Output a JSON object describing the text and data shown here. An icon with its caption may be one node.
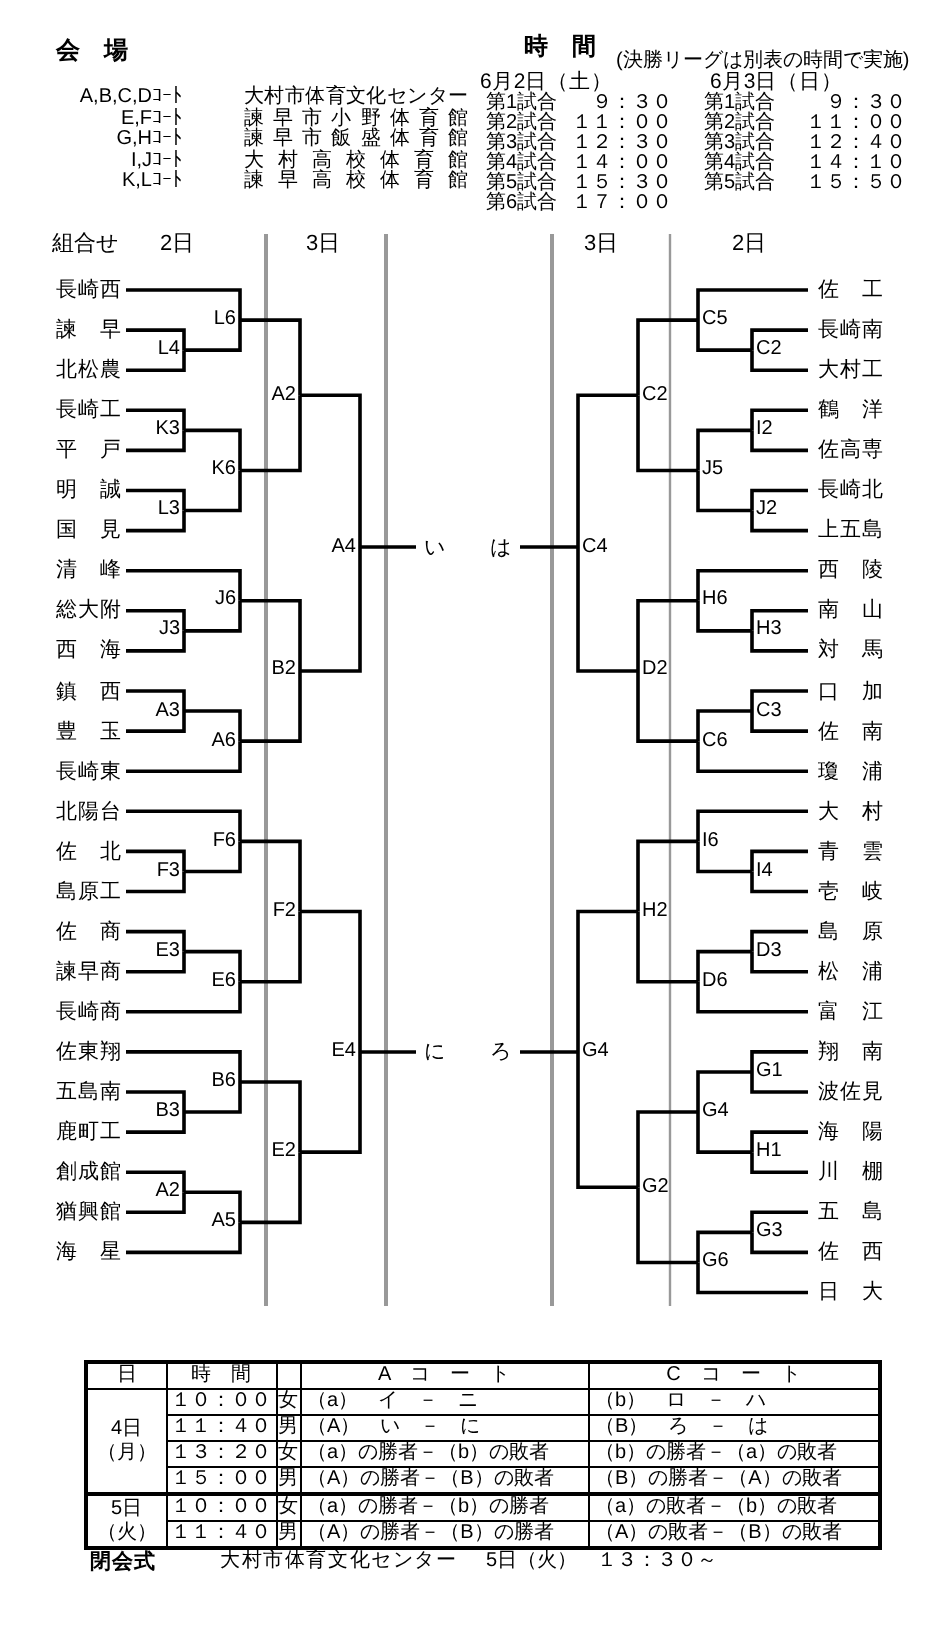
{
  "diagram": {
    "nodes": [
      {
        "text": [
          "長崎西"
        ]
      },
      {
        "text": [
          "諫　早"
        ]
      },
      {
        "text": [
          "北松農"
        ]
      },
      {
        "text": [
          "長崎工"
        ]
      },
      {
        "text": [
          "平　戸"
        ]
      },
      {
        "text": [
          "明　誠"
        ]
      },
      {
        "text": [
          "国　見"
        ]
      },
      {
        "text": [
          "清　峰"
        ]
      },
      {
        "text": [
          "総大附"
        ]
      },
      {
        "text": [
          "西　海"
        ]
      },
      {
        "text": [
          "鎮　西"
        ]
      },
      {
        "text": [
          "豊　玉"
        ]
      },
      {
        "text": [
          "長崎東"
        ]
      },
      {
        "text": [
          "北陽台"
        ]
      },
      {
        "text": [
          "佐　北"
        ]
      },
      {
        "text": [
          "島原工"
        ]
      },
      {
        "text": [
          "佐　商"
        ]
      },
      {
        "text": [
          "諫早商"
        ]
      },
      {
        "text": [
          "長崎商"
        ]
      },
      {
        "text": [
          "佐東翔"
        ]
      },
      {
        "text": [
          "五島南"
        ]
      },
      {
        "text": [
          "鹿町工"
        ]
      },
      {
        "text": [
          "創成館"
        ]
      },
      {
        "text": [
          "猶興館"
        ]
      },
      {
        "text": [
          "海　星"
        ]
      },
      {
        "text": [
          "L4"
        ]
      },
      {
        "text": [
          "K3"
        ]
      },
      {
        "text": [
          "L3"
        ]
      },
      {
        "text": [
          "J3"
        ]
      },
      {
        "text": [
          "A3"
        ]
      },
      {
        "text": [
          "F3"
        ]
      },
      {
        "text": [
          "E3"
        ]
      },
      {
        "text": [
          "B3"
        ]
      },
      {
        "text": [
          "A2"
        ]
      },
      {
        "text": [
          "L6"
        ]
      },
      {
        "text": [
          "K6"
        ]
      },
      {
        "text": [
          "J6"
        ]
      },
      {
        "text": [
          "A6"
        ]
      },
      {
        "text": [
          "F6"
        ]
      },
      {
        "text": [
          "E6"
        ]
      },
      {
        "text": [
          "B6"
        ]
      },
      {
        "text": [
          "A5"
        ]
      },
      {
        "text": [
          "A2"
        ]
      },
      {
        "text": [
          "B2"
        ]
      },
      {
        "text": [
          "F2"
        ]
      },
      {
        "text": [
          "E2"
        ]
      },
      {
        "text": [
          "A4"
        ]
      },
      {
        "text": [
          "E4"
        ]
      },
      {
        "text": [
          "い"
        ]
      },
      {
        "text": [
          "に"
        ]
      },
      {
        "text": [
          "は"
        ]
      },
      {
        "text": [
          "ろ"
        ]
      },
      {
        "text": [
          "C4"
        ]
      },
      {
        "text": [
          "G4"
        ]
      },
      {
        "text": [
          "C2"
        ]
      },
      {
        "text": [
          "D2"
        ]
      },
      {
        "text": [
          "H2"
        ]
      },
      {
        "text": [
          "G2"
        ]
      },
      {
        "text": [
          "C5"
        ]
      },
      {
        "text": [
          "J5"
        ]
      },
      {
        "text": [
          "H6"
        ]
      },
      {
        "text": [
          "C6"
        ]
      },
      {
        "text": [
          "I6"
        ]
      },
      {
        "text": [
          "D6"
        ]
      },
      {
        "text": [
          "G4"
        ]
      },
      {
        "text": [
          "G6"
        ]
      },
      {
        "text": [
          "C2"
        ]
      },
      {
        "text": [
          "I2"
        ]
      },
      {
        "text": [
          "J2"
        ]
      },
      {
        "text": [
          "H3"
        ]
      },
      {
        "text": [
          "C3"
        ]
      },
      {
        "text": [
          "I4"
        ]
      },
      {
        "text": [
          "D3"
        ]
      },
      {
        "text": [
          "G1"
        ]
      },
      {
        "text": [
          "H1"
        ]
      },
      {
        "text": [
          "G3"
        ]
      },
      {
        "text": [
          "佐　工"
        ]
      },
      {
        "text": [
          "長崎南"
        ]
      },
      {
        "text": [
          "大村工"
        ]
      },
      {
        "text": [
          "鶴　洋"
        ]
      },
      {
        "text": [
          "佐高専"
        ]
      },
      {
        "text": [
          "長崎北"
        ]
      },
      {
        "text": [
          "上五島"
        ]
      },
      {
        "text": [
          "西　陵"
        ]
      },
      {
        "text": [
          "南　山"
        ]
      },
      {
        "text": [
          "対　馬"
        ]
      },
      {
        "text": [
          "口　加"
        ]
      },
      {
        "text": [
          "佐　南"
        ]
      },
      {
        "text": [
          "瓊　浦"
        ]
      },
      {
        "text": [
          "大　村"
        ]
      },
      {
        "text": [
          "青　雲"
        ]
      },
      {
        "text": [
          "壱　岐"
        ]
      },
      {
        "text": [
          "島　原"
        ]
      },
      {
        "text": [
          "松　浦"
        ]
      },
      {
        "text": [
          "富　江"
        ]
      },
      {
        "text": [
          "翔　南"
        ]
      },
      {
        "text": [
          "波佐見"
        ]
      },
      {
        "text": [
          "海　陽"
        ]
      },
      {
        "text": [
          "川　棚"
        ]
      },
      {
        "text": [
          "五　島"
        ]
      },
      {
        "text": [
          "佐　西"
        ]
      },
      {
        "text": [
          "日　大"
        ]
      }
    ],
    "edges": [
      {
        "from": 0,
        "to": 34,
        "arrow": "none"
      },
      {
        "from": 1,
        "to": 25,
        "arrow": "none"
      },
      {
        "from": 2,
        "to": 25,
        "arrow": "none"
      },
      {
        "from": 25,
        "to": 34,
        "arrow": "none"
      },
      {
        "from": 3,
        "to": 26,
        "arrow": "none"
      },
      {
        "from": 4,
        "to": 26,
        "arrow": "none"
      },
      {
        "from": 5,
        "to": 27,
        "arrow": "none"
      },
      {
        "from": 6,
        "to": 27,
        "arrow": "none"
      },
      {
        "from": 26,
        "to": 35,
        "arrow": "none"
      },
      {
        "from": 27,
        "to": 35,
        "arrow": "none"
      },
      {
        "from": 34,
        "to": 42,
        "arrow": "none"
      },
      {
        "from": 35,
        "to": 42,
        "arrow": "none"
      },
      {
        "from": 7,
        "to": 36,
        "arrow": "none"
      },
      {
        "from": 8,
        "to": 28,
        "arrow": "none"
      },
      {
        "from": 9,
        "to": 28,
        "arrow": "none"
      },
      {
        "from": 28,
        "to": 36,
        "arrow": "none"
      },
      {
        "from": 10,
        "to": 29,
        "arrow": "none"
      },
      {
        "from": 11,
        "to": 29,
        "arrow": "none"
      },
      {
        "from": 29,
        "to": 37,
        "arrow": "none"
      },
      {
        "from": 12,
        "to": 37,
        "arrow": "none"
      },
      {
        "from": 36,
        "to": 43,
        "arrow": "none"
      },
      {
        "from": 37,
        "to": 43,
        "arrow": "none"
      },
      {
        "from": 42,
        "to": 46,
        "arrow": "none"
      },
      {
        "from": 43,
        "to": 46,
        "arrow": "none"
      },
      {
        "from": 46,
        "to": 48,
        "arrow": "none"
      },
      {
        "from": 13,
        "to": 38,
        "arrow": "none"
      },
      {
        "from": 14,
        "to": 30,
        "arrow": "none"
      },
      {
        "from": 15,
        "to": 30,
        "arrow": "none"
      },
      {
        "from": 30,
        "to": 38,
        "arrow": "none"
      },
      {
        "from": 16,
        "to": 31,
        "arrow": "none"
      },
      {
        "from": 17,
        "to": 31,
        "arrow": "none"
      },
      {
        "from": 31,
        "to": 39,
        "arrow": "none"
      },
      {
        "from": 18,
        "to": 39,
        "arrow": "none"
      },
      {
        "from": 38,
        "to": 44,
        "arrow": "none"
      },
      {
        "from": 39,
        "to": 44,
        "arrow": "none"
      },
      {
        "from": 19,
        "to": 40,
        "arrow": "none"
      },
      {
        "from": 20,
        "to": 32,
        "arrow": "none"
      },
      {
        "from": 21,
        "to": 32,
        "arrow": "none"
      },
      {
        "from": 32,
        "to": 40,
        "arrow": "none"
      },
      {
        "from": 22,
        "to": 33,
        "arrow": "none"
      },
      {
        "from": 23,
        "to": 33,
        "arrow": "none"
      },
      {
        "from": 33,
        "to": 41,
        "arrow": "none"
      },
      {
        "from": 24,
        "to": 41,
        "arrow": "none"
      },
      {
        "from": 40,
        "to": 45,
        "arrow": "none"
      },
      {
        "from": 41,
        "to": 45,
        "arrow": "none"
      },
      {
        "from": 44,
        "to": 47,
        "arrow": "none"
      },
      {
        "from": 45,
        "to": 47,
        "arrow": "none"
      },
      {
        "from": 47,
        "to": 49,
        "arrow": "none"
      },
      {
        "from": 76,
        "to": 58,
        "arrow": "none"
      },
      {
        "from": 77,
        "to": 66,
        "arrow": "none"
      },
      {
        "from": 78,
        "to": 66,
        "arrow": "none"
      },
      {
        "from": 66,
        "to": 58,
        "arrow": "none"
      },
      {
        "from": 79,
        "to": 67,
        "arrow": "none"
      },
      {
        "from": 80,
        "to": 67,
        "arrow": "none"
      },
      {
        "from": 81,
        "to": 68,
        "arrow": "none"
      },
      {
        "from": 82,
        "to": 68,
        "arrow": "none"
      },
      {
        "from": 67,
        "to": 59,
        "arrow": "none"
      },
      {
        "from": 68,
        "to": 59,
        "arrow": "none"
      },
      {
        "from": 58,
        "to": 54,
        "arrow": "none"
      },
      {
        "from": 59,
        "to": 54,
        "arrow": "none"
      },
      {
        "from": 83,
        "to": 60,
        "arrow": "none"
      },
      {
        "from": 84,
        "to": 69,
        "arrow": "none"
      },
      {
        "from": 85,
        "to": 69,
        "arrow": "none"
      },
      {
        "from": 69,
        "to": 60,
        "arrow": "none"
      },
      {
        "from": 86,
        "to": 70,
        "arrow": "none"
      },
      {
        "from": 87,
        "to": 70,
        "arrow": "none"
      },
      {
        "from": 70,
        "to": 61,
        "arrow": "none"
      },
      {
        "from": 88,
        "to": 61,
        "arrow": "none"
      },
      {
        "from": 60,
        "to": 55,
        "arrow": "none"
      },
      {
        "from": 61,
        "to": 55,
        "arrow": "none"
      },
      {
        "from": 54,
        "to": 52,
        "arrow": "none"
      },
      {
        "from": 55,
        "to": 52,
        "arrow": "none"
      },
      {
        "from": 52,
        "to": 50,
        "arrow": "none"
      },
      {
        "from": 89,
        "to": 62,
        "arrow": "none"
      },
      {
        "from": 90,
        "to": 71,
        "arrow": "none"
      },
      {
        "from": 91,
        "to": 71,
        "arrow": "none"
      },
      {
        "from": 71,
        "to": 62,
        "arrow": "none"
      },
      {
        "from": 92,
        "to": 72,
        "arrow": "none"
      },
      {
        "from": 93,
        "to": 72,
        "arrow": "none"
      },
      {
        "from": 72,
        "to": 63,
        "arrow": "none"
      },
      {
        "from": 94,
        "to": 63,
        "arrow": "none"
      },
      {
        "from": 62,
        "to": 56,
        "arrow": "none"
      },
      {
        "from": 63,
        "to": 56,
        "arrow": "none"
      },
      {
        "from": 95,
        "to": 73,
        "arrow": "none"
      },
      {
        "from": 96,
        "to": 73,
        "arrow": "none"
      },
      {
        "from": 97,
        "to": 74,
        "arrow": "none"
      },
      {
        "from": 98,
        "to": 74,
        "arrow": "none"
      },
      {
        "from": 73,
        "to": 64,
        "arrow": "none"
      },
      {
        "from": 74,
        "to": 64,
        "arrow": "none"
      },
      {
        "from": 99,
        "to": 75,
        "arrow": "none"
      },
      {
        "from": 100,
        "to": 75,
        "arrow": "none"
      },
      {
        "from": 75,
        "to": 65,
        "arrow": "none"
      },
      {
        "from": 101,
        "to": 65,
        "arrow": "none"
      },
      {
        "from": 64,
        "to": 57,
        "arrow": "none"
      },
      {
        "from": 65,
        "to": 57,
        "arrow": "none"
      },
      {
        "from": 56,
        "to": 53,
        "arrow": "none"
      },
      {
        "from": 57,
        "to": 53,
        "arrow": "none"
      },
      {
        "from": 53,
        "to": 51,
        "arrow": "none"
      }
    ],
    "labels": [
      "会　場",
      "時　間",
      "(決勝リーグは別表の時間で実施)",
      "A,B,C,Dｺｰﾄ",
      "大村市体育文化センター",
      "E,Fｺｰﾄ",
      "諫早市小野体育館",
      "G,Hｺｰﾄ",
      "諫早市飯盛体育館",
      "I,Jｺｰﾄ",
      "大村高校体育館",
      "K,Lｺｰﾄ",
      "諫早高校体育館",
      "6月2日（土）",
      "第1試合",
      "９：３０",
      "第2試合",
      "１１：００",
      "第3試合",
      "１２：３０",
      "第4試合",
      "１４：００",
      "第5試合",
      "１５：３０",
      "第6試合",
      "１７：００",
      "6月3日（日）",
      "第1試合",
      "９：３０",
      "第2試合",
      "１１：００",
      "第3試合",
      "１２：４０",
      "第4試合",
      "１４：１０",
      "第5試合",
      "１５：５０",
      "組合せ",
      "2日",
      "3日",
      "3日",
      "2日",
      "日",
      "時　間",
      "A　コ　ー　ト",
      "C　コ　ー　ト",
      "4日（月）",
      "１０：００",
      "女",
      "（a）　イ　－　ニ",
      "（b）　ロ　－　ハ",
      "１１：４０",
      "男",
      "（A）　い　－　に",
      "（B）　ろ　－　は",
      "１３：２０",
      "女",
      "（a）の勝者－（b）の敗者",
      "（b）の勝者－（a）の敗者",
      "１５：００",
      "男",
      "（A）の勝者－（B）の敗者",
      "（B）の勝者－（A）の敗者",
      "5日（火）",
      "１０：００",
      "女",
      "（a）の勝者－（b）の勝者",
      "（a）の敗者－（b）の敗者",
      "１１：４０",
      "男",
      "（A）の勝者－（B）の勝者",
      "（A）の敗者－（B）の敗者",
      "閉会式",
      "大村市体育文化センター",
      "5日（火）　１３：３０～"
    ]
  }
}
